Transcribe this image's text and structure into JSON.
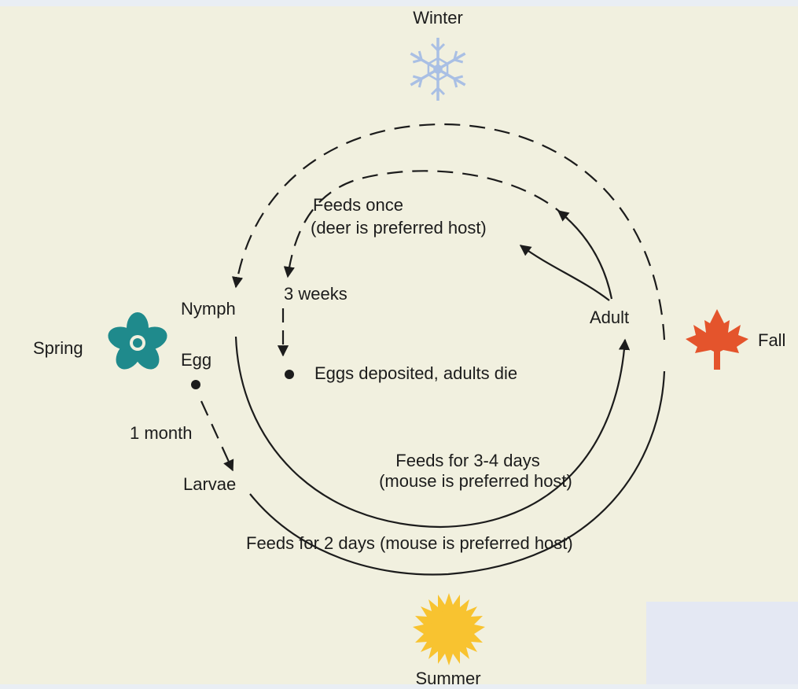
{
  "seasons": {
    "winter": "Winter",
    "spring": "Spring",
    "summer": "Summer",
    "fall": "Fall"
  },
  "stages": {
    "nymph": "Nymph",
    "egg": "Egg",
    "larvae": "Larvae",
    "adult": "Adult"
  },
  "annotations": {
    "feeds_once_line1": "Feeds once",
    "feeds_once_line2": "(deer is preferred host)",
    "three_weeks": "3 weeks",
    "eggs_deposited": "Eggs deposited, adults die",
    "one_month": "1 month",
    "feeds_3_4_line1": "Feeds for 3-4 days",
    "feeds_3_4_line2": "(mouse is preferred host)",
    "feeds_2_days": "Feeds for 2 days (mouse is preferred host)"
  },
  "icons": {
    "winter": "snowflake-icon",
    "spring": "flower-icon",
    "summer": "sun-icon",
    "fall": "maple-leaf-icon"
  },
  "colors": {
    "background": "#f1f0df",
    "line": "#1c1c1c",
    "winter": "#a9bfe4",
    "spring": "#1f8a8c",
    "summer": "#f8c330",
    "fall": "#e4542c"
  }
}
